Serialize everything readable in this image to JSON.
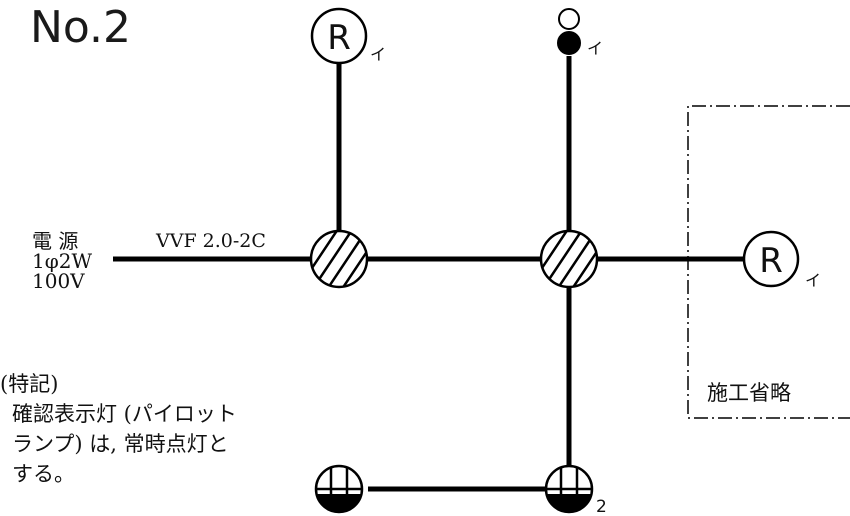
{
  "title": "No.2",
  "power": {
    "label_line1": "電 源",
    "label_line2": "1φ2W",
    "label_line3": "100V"
  },
  "cable_label": "VVF 2.0-2C",
  "lamps": {
    "top_left": {
      "symbol": "R",
      "tag": "イ"
    },
    "right": {
      "symbol": "R",
      "tag": "イ"
    }
  },
  "pilot_lamp_tag": "イ",
  "switch_tag": "2",
  "omitted_area_label": "施工省略",
  "note": {
    "heading": "(特記)",
    "line1": "確認表示灯 (パイロット",
    "line2": "ランプ) は, 常時点灯と",
    "line3": "する。"
  }
}
